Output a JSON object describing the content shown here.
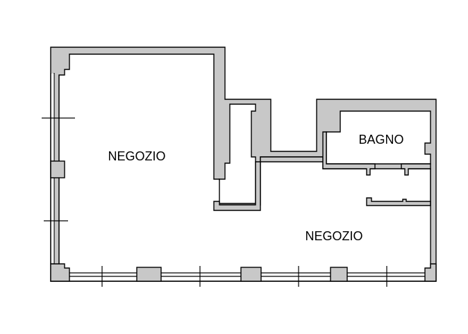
{
  "floorplan": {
    "rooms": [
      {
        "label": "NEGOZIO"
      },
      {
        "label": "BAGNO"
      },
      {
        "label": "NEGOZIO"
      }
    ],
    "colors": {
      "wall": "#c8c8c8",
      "line": "#000000",
      "background": "#ffffff"
    }
  }
}
